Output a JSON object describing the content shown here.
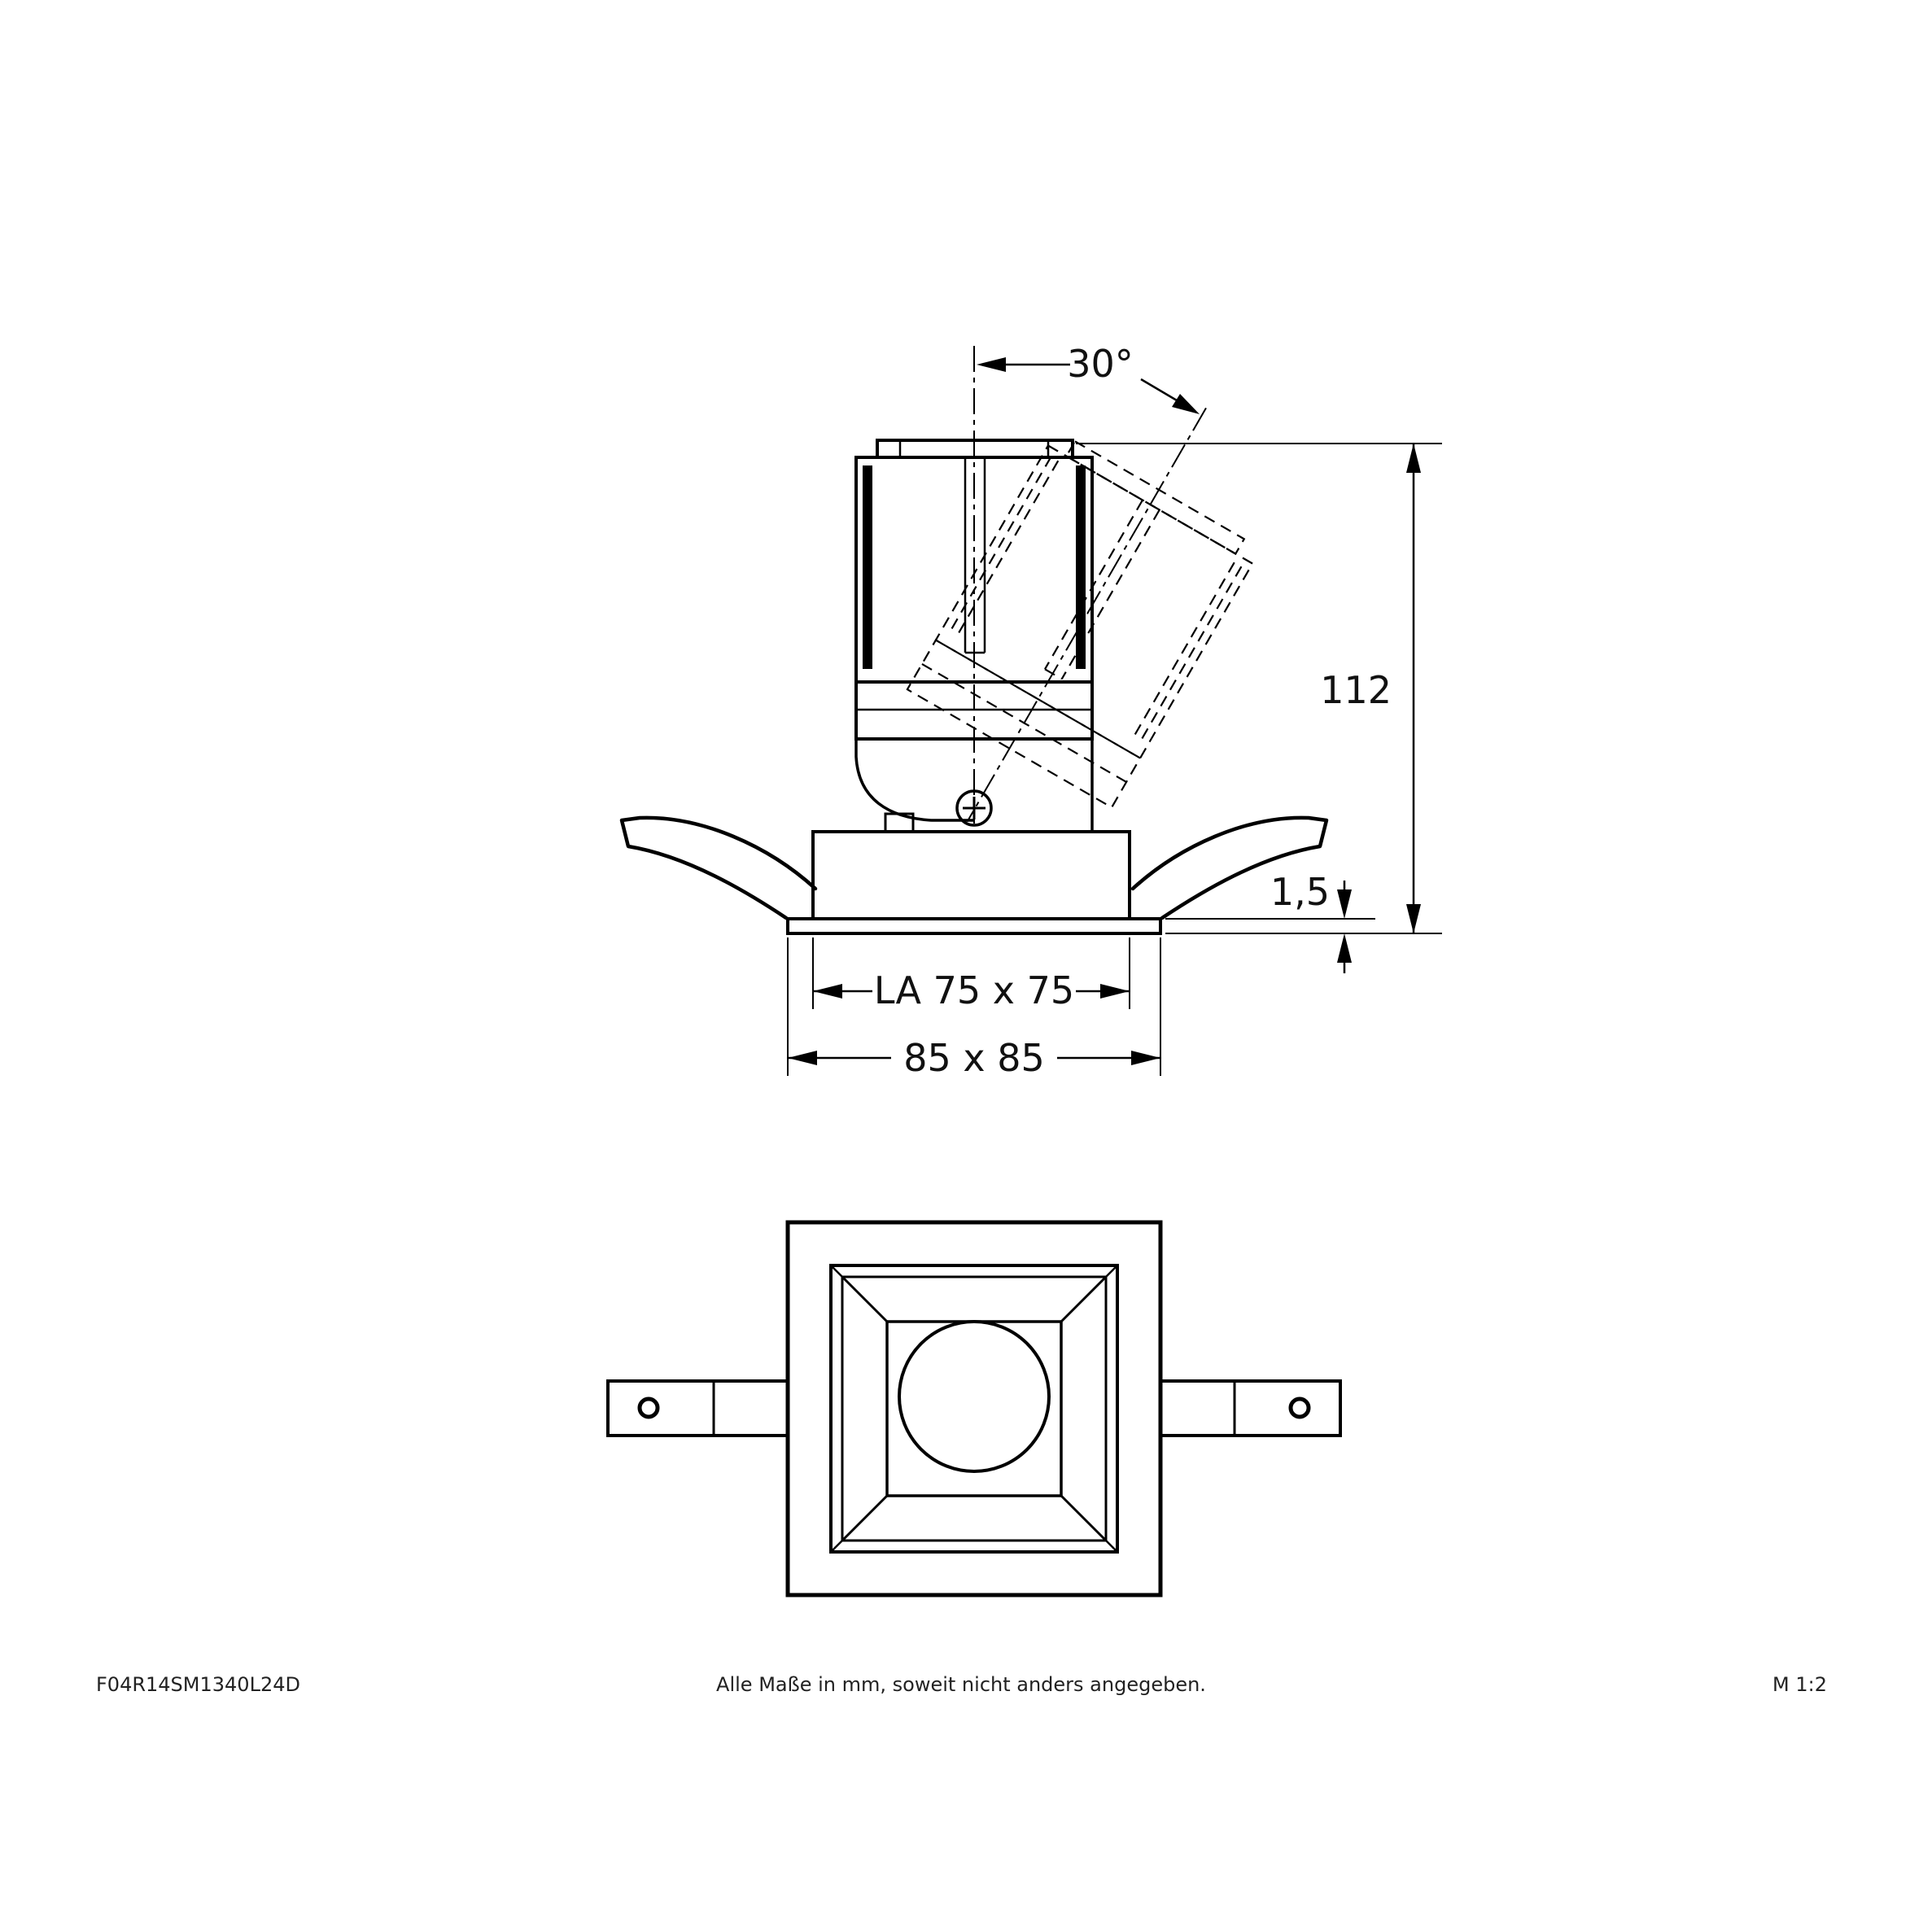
{
  "colors": {
    "background": "#ffffff",
    "ink": "#000000"
  },
  "dimensions": {
    "tilt_angle": "30°",
    "overall_height": "112",
    "flange_thickness": "1,5",
    "cutout_size": "LA 75 x 75",
    "flange_size": "85 x 85"
  },
  "footer": {
    "article_number": "F04R14SM1340L24D",
    "note": "Alle Maße in mm, soweit nicht anders angegeben.",
    "scale": "M 1:2"
  }
}
